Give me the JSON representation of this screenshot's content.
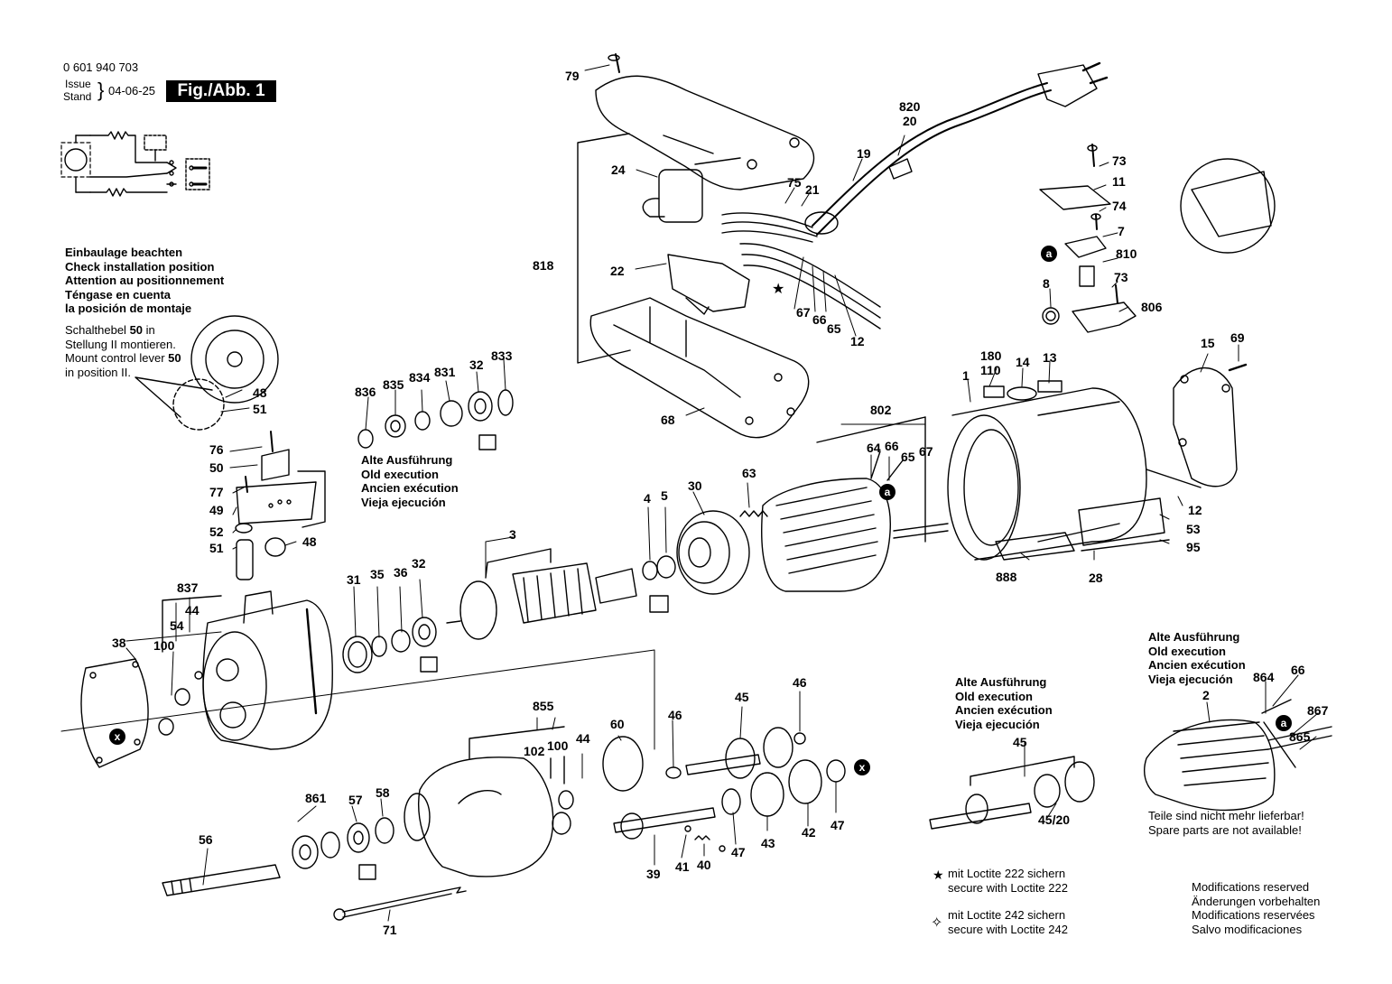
{
  "header": {
    "doc_number": "0 601 940 703",
    "issue_label_1": "Issue",
    "issue_label_2": "Stand",
    "issue_date": "04-06-25",
    "figure_label": "Fig./Abb. 1"
  },
  "install_note": {
    "lines": [
      "Einbaulage beachten",
      "Check installation position",
      "Attention au positionnement",
      "Téngase en cuenta",
      "la posición de montaje"
    ]
  },
  "lever_note": {
    "line1": "Schalthebel ",
    "line1_bold": "50",
    "line1_end": " in",
    "line2": "Stellung II montieren.",
    "line3": "Mount control lever ",
    "line3_bold": "50",
    "line4": "in position II."
  },
  "old_exec_1": {
    "lines": [
      "Alte Ausführung",
      "Old execution",
      "Ancien exécution",
      "Vieja ejecución"
    ]
  },
  "old_exec_2": {
    "lines": [
      "Alte Ausführung",
      "Old execution",
      "Ancien exécution",
      "Vieja ejecución"
    ]
  },
  "old_exec_3": {
    "lines": [
      "Alte Ausführung",
      "Old execution",
      "Ancien exécution",
      "Vieja ejecución"
    ]
  },
  "not_available": {
    "lines": [
      "Teile sind nicht mehr lieferbar!",
      "Spare parts are not available!"
    ]
  },
  "loctite_222": {
    "lines": [
      "mit Loctite 222 sichern",
      "secure with Loctite 222"
    ]
  },
  "loctite_242": {
    "lines": [
      "mit Loctite 242 sichern",
      "secure with Loctite 242"
    ]
  },
  "modifications": {
    "lines": [
      "Modifications reserved",
      "Änderungen vorbehalten",
      "Modifications reservées",
      "Salvo modificaciones"
    ]
  },
  "badges": {
    "a": "a",
    "x": "x"
  },
  "parts": [
    {
      "n": "79"
    },
    {
      "n": "820"
    },
    {
      "n": "20"
    },
    {
      "n": "19"
    },
    {
      "n": "24"
    },
    {
      "n": "75"
    },
    {
      "n": "21"
    },
    {
      "n": "818"
    },
    {
      "n": "22"
    },
    {
      "n": "67"
    },
    {
      "n": "66"
    },
    {
      "n": "65"
    },
    {
      "n": "12"
    },
    {
      "n": "68"
    },
    {
      "n": "73"
    },
    {
      "n": "11"
    },
    {
      "n": "74"
    },
    {
      "n": "7"
    },
    {
      "n": "810"
    },
    {
      "n": "73"
    },
    {
      "n": "8"
    },
    {
      "n": "806"
    },
    {
      "n": "836"
    },
    {
      "n": "835"
    },
    {
      "n": "834"
    },
    {
      "n": "831"
    },
    {
      "n": "32"
    },
    {
      "n": "833"
    },
    {
      "n": "48"
    },
    {
      "n": "51"
    },
    {
      "n": "76"
    },
    {
      "n": "50"
    },
    {
      "n": "77"
    },
    {
      "n": "49"
    },
    {
      "n": "52"
    },
    {
      "n": "51"
    },
    {
      "n": "48"
    },
    {
      "n": "180"
    },
    {
      "n": "110"
    },
    {
      "n": "14"
    },
    {
      "n": "13"
    },
    {
      "n": "1"
    },
    {
      "n": "15"
    },
    {
      "n": "69"
    },
    {
      "n": "802"
    },
    {
      "n": "64"
    },
    {
      "n": "66"
    },
    {
      "n": "65"
    },
    {
      "n": "67"
    },
    {
      "n": "63"
    },
    {
      "n": "30"
    },
    {
      "n": "4"
    },
    {
      "n": "5"
    },
    {
      "n": "3"
    },
    {
      "n": "12"
    },
    {
      "n": "53"
    },
    {
      "n": "95"
    },
    {
      "n": "888"
    },
    {
      "n": "28"
    },
    {
      "n": "837"
    },
    {
      "n": "54"
    },
    {
      "n": "44"
    },
    {
      "n": "100"
    },
    {
      "n": "38"
    },
    {
      "n": "31"
    },
    {
      "n": "35"
    },
    {
      "n": "36"
    },
    {
      "n": "32"
    },
    {
      "n": "855"
    },
    {
      "n": "102"
    },
    {
      "n": "100"
    },
    {
      "n": "44"
    },
    {
      "n": "60"
    },
    {
      "n": "46"
    },
    {
      "n": "45"
    },
    {
      "n": "46"
    },
    {
      "n": "861"
    },
    {
      "n": "57"
    },
    {
      "n": "58"
    },
    {
      "n": "56"
    },
    {
      "n": "71"
    },
    {
      "n": "39"
    },
    {
      "n": "41"
    },
    {
      "n": "40"
    },
    {
      "n": "47"
    },
    {
      "n": "43"
    },
    {
      "n": "42"
    },
    {
      "n": "47"
    },
    {
      "n": "45"
    },
    {
      "n": "45/20"
    },
    {
      "n": "2"
    },
    {
      "n": "864"
    },
    {
      "n": "66"
    },
    {
      "n": "867"
    },
    {
      "n": "865"
    }
  ]
}
